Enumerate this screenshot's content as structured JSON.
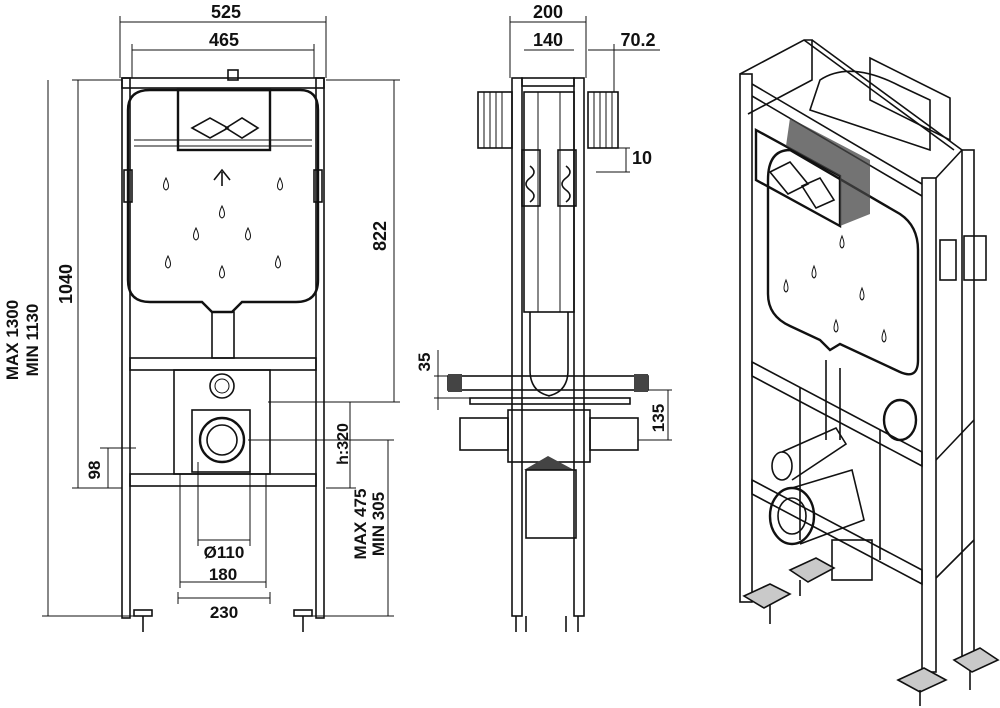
{
  "front_view": {
    "dim_overall_width": "525",
    "dim_frame_width": "465",
    "dim_height": "1040",
    "dim_max": "MAX 1300",
    "dim_min": "MIN 1130",
    "dim_tank_height": "822",
    "dim_98": "98",
    "dim_h320": "h:320",
    "dim_max475": "MAX 475",
    "dim_min305": "MIN 305",
    "dim_pipe": "Ø110",
    "dim_180": "180",
    "dim_230": "230"
  },
  "side_view": {
    "dim_depth": "200",
    "dim_140": "140",
    "dim_70_2": "70.2",
    "dim_10": "10",
    "dim_35": "35",
    "dim_135": "135"
  }
}
